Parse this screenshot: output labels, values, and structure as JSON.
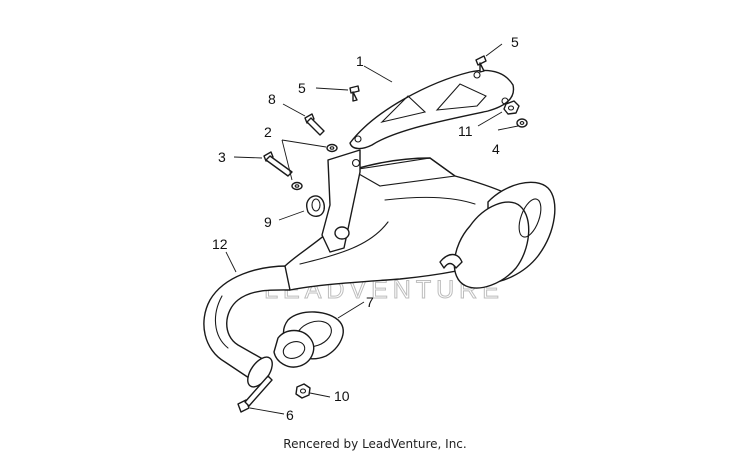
{
  "diagram": {
    "callouts": [
      "1",
      "2",
      "3",
      "4",
      "5",
      "5",
      "6",
      "7",
      "8",
      "9",
      "10",
      "11",
      "12"
    ],
    "watermark": "LEADVENTURE",
    "footer": "Rencered by LeadVenture, Inc.",
    "colors": {
      "line": "#1a1a1a",
      "watermark": "#c6c6c6",
      "background": "#ffffff"
    }
  }
}
